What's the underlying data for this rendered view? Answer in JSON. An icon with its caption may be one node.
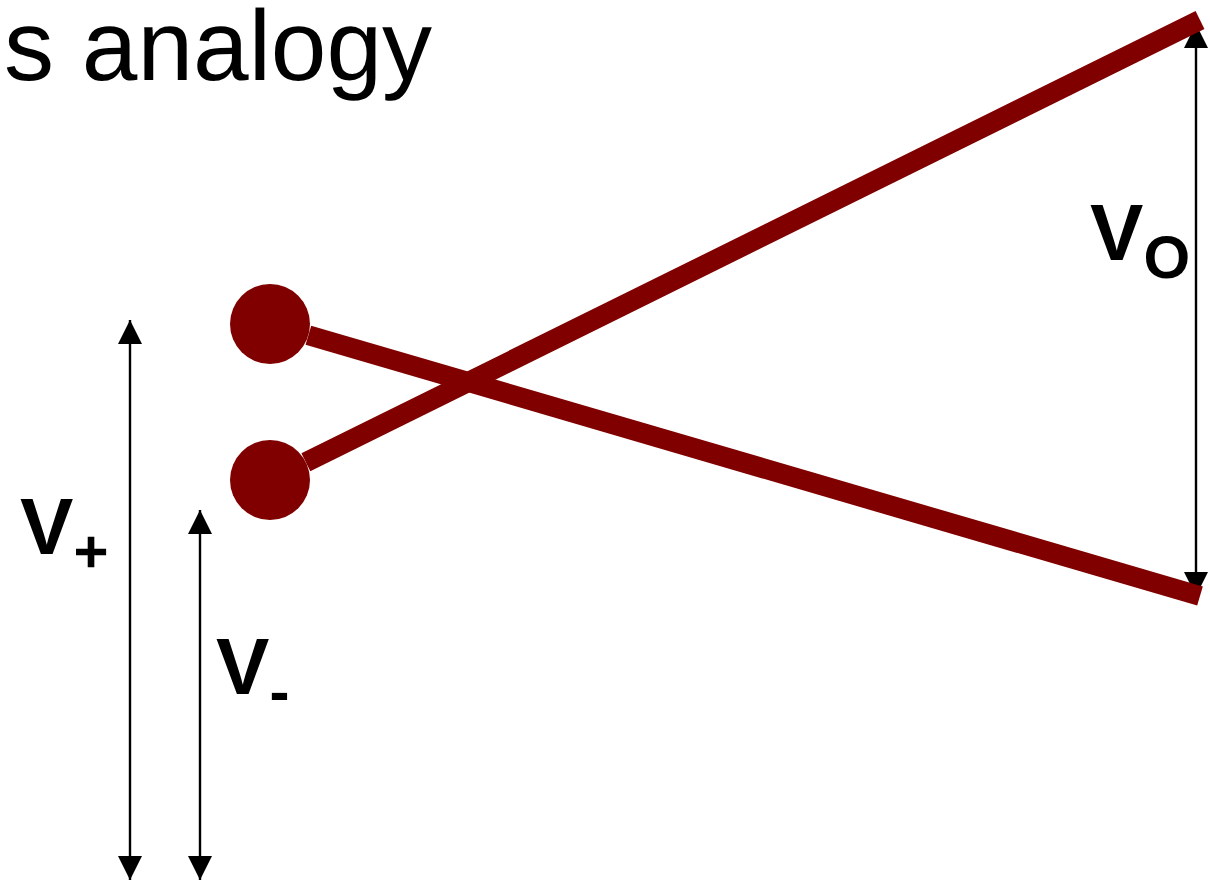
{
  "diagram": {
    "title": "s analogy",
    "nodes": [
      {
        "text": [],
        "shape": "circle"
      },
      {
        "text": [],
        "shape": "circle"
      }
    ],
    "edges": [
      {
        "from": 0,
        "to": null,
        "arrow": "none"
      },
      {
        "from": 1,
        "to": null,
        "arrow": "none"
      }
    ],
    "labels": [
      "V$_{+}$",
      "V$_{-}$",
      "V$_{O}$"
    ]
  }
}
